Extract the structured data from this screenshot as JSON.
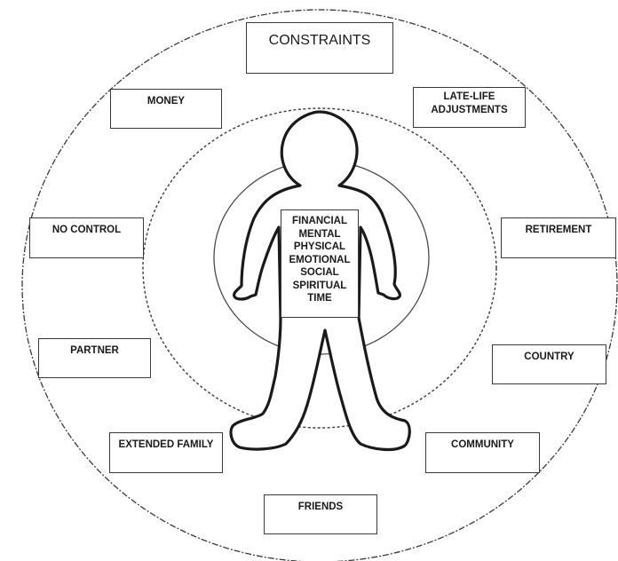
{
  "diagram": {
    "constraints": {
      "title": "CONSTRAINTS",
      "outer_ring": [
        "MONEY",
        "LATE-LIFE\nADJUSTMENTS",
        "NO CONTROL",
        "RETIREMENT",
        "PARTNER",
        "COUNTRY",
        "EXTENDED FAMILY",
        "COMMUNITY",
        "FRIENDS"
      ]
    },
    "person_resources": [
      "FINANCIAL",
      "MENTAL",
      "PHYSICAL",
      "EMOTIONAL",
      "SOCIAL",
      "SPIRITUAL",
      "TIME"
    ]
  }
}
